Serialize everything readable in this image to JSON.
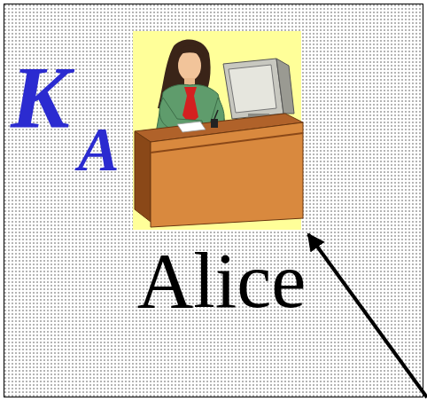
{
  "diagram": {
    "nodes": [
      {
        "text": [
          "Alice"
        ]
      }
    ],
    "labels": [
      "K",
      "A"
    ]
  }
}
